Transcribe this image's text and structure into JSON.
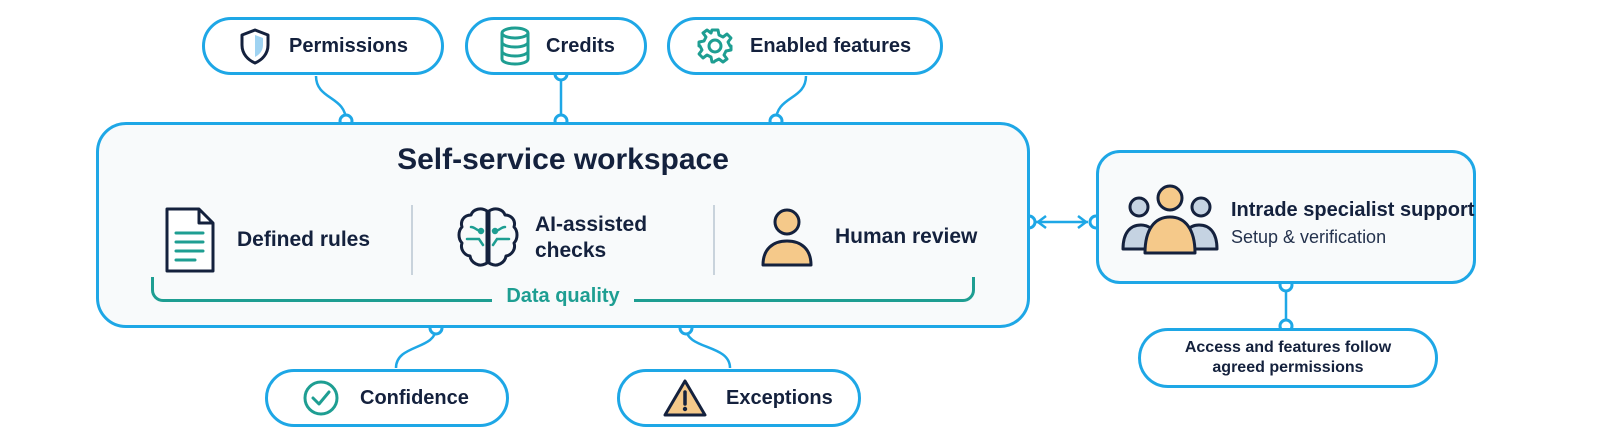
{
  "top_pills": [
    {
      "label": "Permissions",
      "icon": "shield-icon"
    },
    {
      "label": "Credits",
      "icon": "database-icon"
    },
    {
      "label": "Enabled features",
      "icon": "gear-icon"
    }
  ],
  "workspace": {
    "title": "Self-service workspace",
    "features": [
      {
        "label_line1": "Defined rules",
        "label_line2": "",
        "icon": "document-icon"
      },
      {
        "label_line1": "AI-assisted",
        "label_line2": "checks",
        "icon": "brain-icon"
      },
      {
        "label_line1": "Human review",
        "label_line2": "",
        "icon": "person-icon"
      }
    ],
    "data_quality_label": "Data quality"
  },
  "bottom_pills": [
    {
      "label": "Confidence",
      "icon": "check-circle-icon"
    },
    {
      "label": "Exceptions",
      "icon": "warning-icon"
    }
  ],
  "support": {
    "title": "Intrade specialist support",
    "subtitle": "Setup & verification",
    "icon": "team-icon"
  },
  "note": {
    "line1": "Access and features follow",
    "line2": "agreed permissions"
  },
  "colors": {
    "connector_blue": "#1ea7e6",
    "navy": "#14213d",
    "teal": "#1e9e92",
    "person_fill": "#f5c98a"
  }
}
